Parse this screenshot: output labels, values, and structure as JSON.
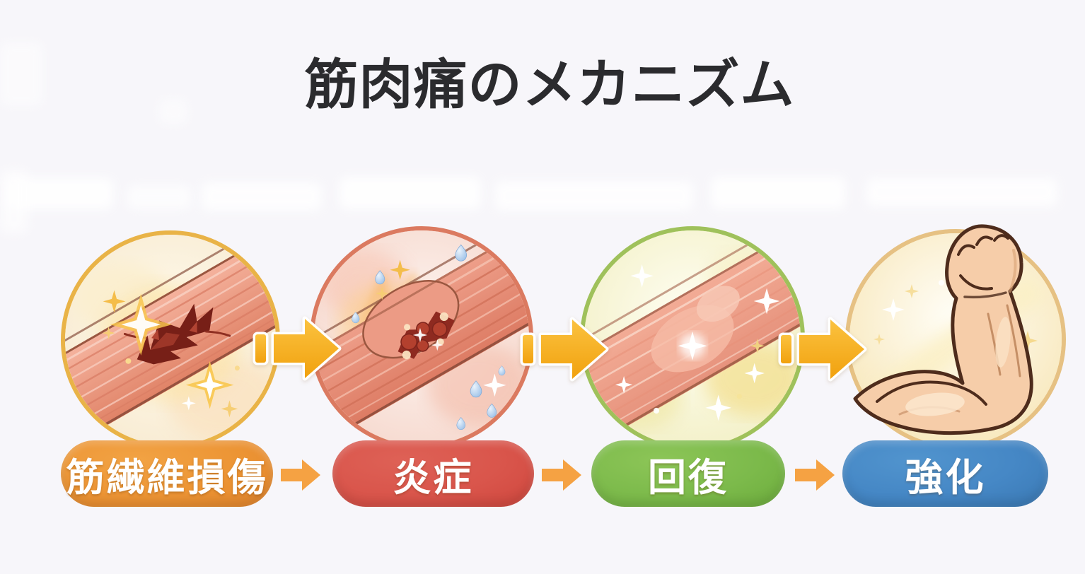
{
  "title": {
    "text": "筋肉痛のメカニズム",
    "color": "#2b2b2e"
  },
  "flow": {
    "stages": [
      {
        "name": "muscle-fiber-damage",
        "label": "筋繊維損傷",
        "pill_color": "#EC9434",
        "ring_color": "#E9B347",
        "illustration": "torn-muscle-fiber-icon"
      },
      {
        "name": "inflammation",
        "label": "炎症",
        "pill_color": "#D9554B",
        "ring_color": "#DB7A60",
        "illustration": "inflamed-swollen-muscle-icon"
      },
      {
        "name": "recovery",
        "label": "回復",
        "pill_color": "#7CBA4B",
        "ring_color": "#9FC15B",
        "illustration": "healed-muscle-icon"
      },
      {
        "name": "strengthening",
        "label": "強化",
        "pill_color": "#4587C5",
        "ring_color": "#E6C183",
        "illustration": "flexed-arm-icon"
      }
    ],
    "big_arrow_color": "#F6AC17",
    "big_arrow_outline": "#FFFFFF",
    "small_arrow_color": "#F5A243"
  }
}
